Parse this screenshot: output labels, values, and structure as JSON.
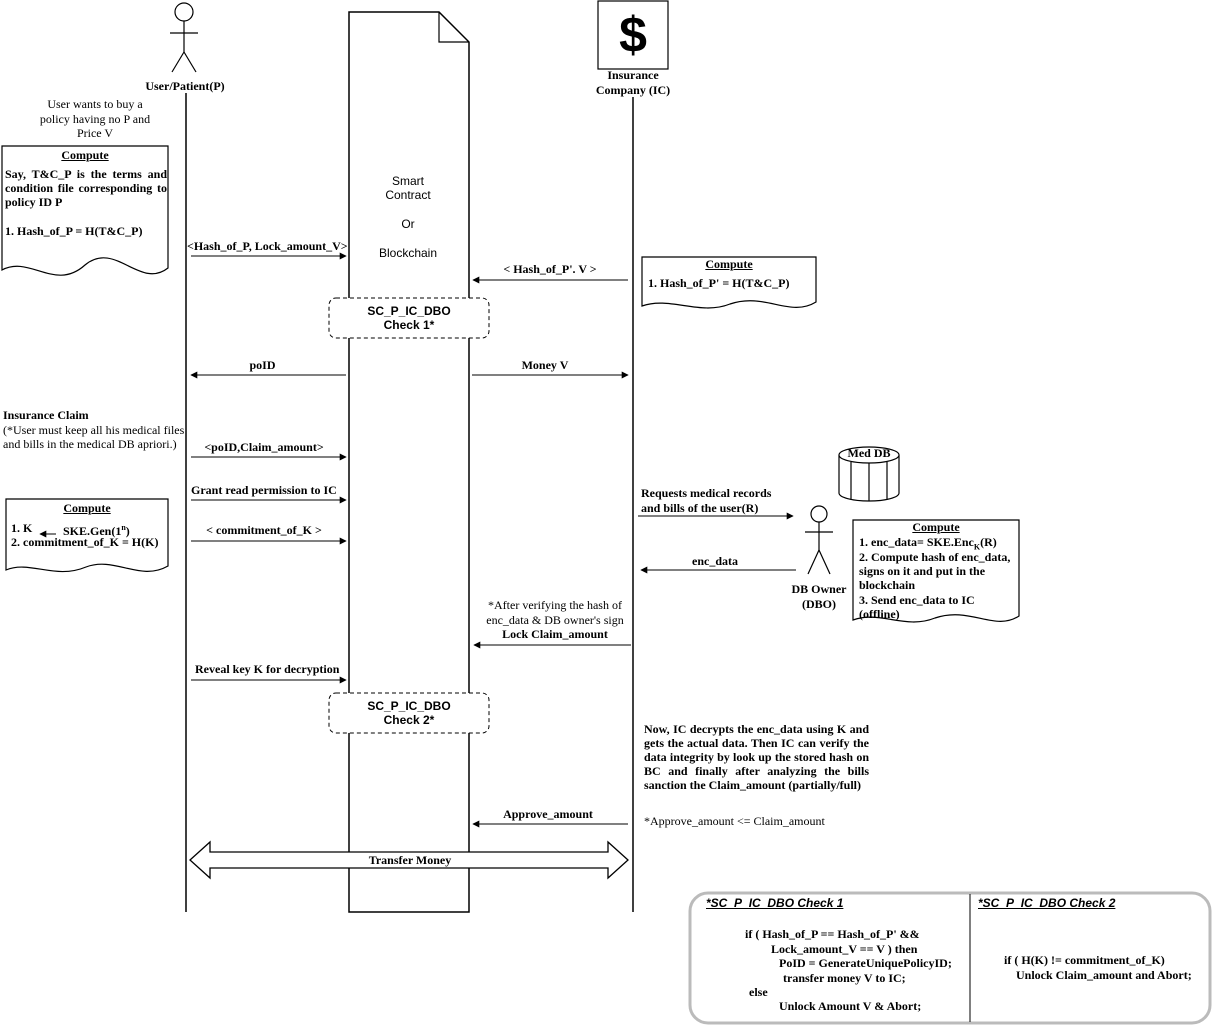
{
  "actors": {
    "user": "User/Patient(P)",
    "insurance_line1": "Insurance",
    "insurance_line2": "Company (IC)",
    "dbo_line1": "DB Owner",
    "dbo_line2": "(DBO)",
    "med_db": "Med DB",
    "dollar": "$"
  },
  "smart_contract": {
    "line1": "Smart",
    "line2": "Contract",
    "line3": "Or",
    "line4": "Blockchain"
  },
  "checks": {
    "check1_line1": "SC_P_IC_DBO",
    "check1_line2": "Check 1*",
    "check2_line1": "SC_P_IC_DBO",
    "check2_line2": "Check 2*"
  },
  "notes": {
    "buy_line1": "User wants to buy a",
    "buy_line2": "policy having no P and",
    "buy_line3": "Price V",
    "claim_title": "Insurance Claim",
    "claim_line1": "(*User must keep all his medical files",
    "claim_line2": "and bills in the medical DB apriori.)",
    "after_verify_line1": "*After verifying the hash of",
    "after_verify_line2": "enc_data & DB owner's sign",
    "after_verify_line3": "Lock Claim_amount",
    "decrypt_note": "Now, IC decrypts the enc_data using K and gets the actual data. Then IC can verify the data integrity by look up the stored hash on BC and finally after analyzing the bills sanction the Claim_amount (partially/full)",
    "approve_note": "*Approve_amount <= Claim_amount"
  },
  "compute_boxes": {
    "c1_title": "Compute",
    "c1_text": "Say, T&C_P is the terms and condition file corresponding to policy ID P",
    "c1_step": "1. Hash_of_P = H(T&C_P)",
    "c2_title": "Compute",
    "c2_step": "1. Hash_of_P' = H(T&C_P)",
    "c3_title": "Compute",
    "c3_step1_a": "1. K",
    "c3_step1_b": "SKE.Gen(1",
    "c3_step1_sup": "n",
    "c3_step1_c": ")",
    "c3_step2": "2. commitment_of_K = H(K)",
    "c4_title": "Compute",
    "c4_step1_a": "1. enc_data= SKE.Enc",
    "c4_step1_sub": "K",
    "c4_step1_b": "(R)",
    "c4_step2_l1": "2. Compute hash of enc_data,",
    "c4_step2_l2": "signs on it and put in the",
    "c4_step2_l3": "blockchain",
    "c4_step3_l1": "3. Send enc_data to IC",
    "c4_step3_l2": "(offline)"
  },
  "messages": {
    "m1": "<Hash_of_P, Lock_amount_V>",
    "m2": "< Hash_of_P'. V >",
    "m3": "poID",
    "m4": "Money V",
    "m5": "<poID,Claim_amount>",
    "m6": "Grant read permission to IC",
    "m7": "< commitment_of_K >",
    "m8_line1": "Requests medical records",
    "m8_line2": "and bills of the user(R)",
    "m9": "enc_data",
    "m10": "Reveal key K for decryption",
    "m11": "Approve_amount",
    "m12": "Transfer Money"
  },
  "legend": {
    "check1_title": "*SC_P_IC_DBO Check 1",
    "check1_l1": "if (  Hash_of_P == Hash_of_P'  &&",
    "check1_l2": "Lock_amount_V == V ) then",
    "check1_l3": "PoID = GenerateUniquePolicyID;",
    "check1_l4": "transfer money V to IC;",
    "check1_l5": "else",
    "check1_l6": "Unlock Amount V & Abort;",
    "check2_title": "*SC_P_IC_DBO Check 2",
    "check2_l1": "if  ( H(K) != commitment_of_K)",
    "check2_l2": "Unlock Claim_amount and Abort;"
  }
}
